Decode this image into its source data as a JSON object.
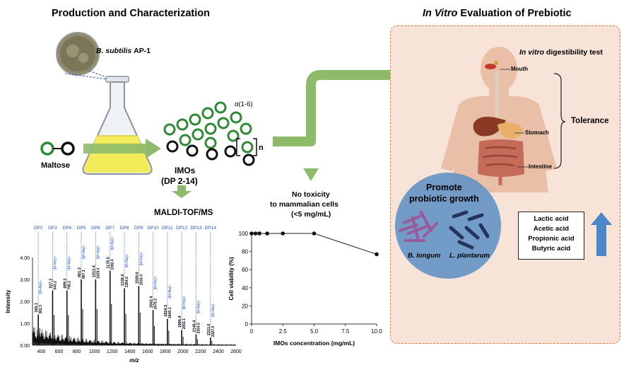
{
  "left": {
    "title": "Production and Characterization",
    "strain": "B. subtilis",
    "strain_code": "AP-1",
    "maltose": "Maltose",
    "imos": "IMOs",
    "dp_range": "(DP 2-14)",
    "alpha_bond": "α(1-6)",
    "n": "n",
    "maldi": "MALDI-TOF/MS"
  },
  "middle": {
    "toxicity_line1": "No toxicity",
    "toxicity_line2": "to mammalian cells",
    "toxicity_line3": "(<5 mg/mL)"
  },
  "right": {
    "title_italic": "In Vitro",
    "title_rest": " Evaluation of Prebiotic",
    "digest_italic": "In vitro",
    "digest_rest": " digestibility test",
    "mouth": "Mouth",
    "stomach": "Stomach",
    "intestine": "Intestine",
    "tolerance": "Tolerance",
    "promote_line1": "Promote",
    "promote_line2": "probiotic growth",
    "b_longum": "B. longum",
    "l_plantarum": "L. plantarum",
    "acids": [
      "Lactic acid",
      "Acetic acid",
      "Propionic acid",
      "Butyric acid"
    ]
  },
  "colors": {
    "arrow_green": "#8dbb6a",
    "ring_green": "#2f8a34",
    "panel_fill": "#f8e3d8",
    "panel_border": "#e07a40",
    "blue_circle": "#5b8fc4",
    "up_arrow": "#4a86c8",
    "ms_label_blue": "#1f4fd0"
  },
  "ms_chart": {
    "type": "bar",
    "xlabel": "m/z",
    "ylabel": "Intensity",
    "xlim": [
      300,
      2600
    ],
    "ylim": [
      0,
      4.0
    ],
    "x_ticks": [
      400,
      600,
      800,
      1000,
      1200,
      1400,
      1600,
      1800,
      2000,
      2200,
      2400,
      2600
    ],
    "y_ticks": [
      "0.00",
      "1.00",
      "2.00",
      "3.00",
      "4.00"
    ],
    "peaks": [
      {
        "dp": "DP2",
        "mz": 365.1,
        "mz2": 381.3,
        "h": 1.4
      },
      {
        "dp": "DP3",
        "mz": 527.2,
        "mz2": 543.2,
        "h": 2.5
      },
      {
        "dp": "DP4",
        "mz": 689.3,
        "mz2": 705.2,
        "h": 2.5
      },
      {
        "dp": "DP5",
        "mz": 851.3,
        "mz2": 867.3,
        "h": 3.0
      },
      {
        "dp": "DP6",
        "mz": 1013.4,
        "mz2": 1029.4,
        "h": 3.0
      },
      {
        "dp": "DP7",
        "mz": 1176.5,
        "mz2": 1192.4,
        "h": 3.4
      },
      {
        "dp": "DP8",
        "mz": 1338.6,
        "mz2": 1354.6,
        "h": 2.6
      },
      {
        "dp": "DP9",
        "mz": 1500.6,
        "mz2": 1516.4,
        "h": 2.7
      },
      {
        "dp": "DP10",
        "mz": 1662.4,
        "mz2": 1678.2,
        "h": 1.6
      },
      {
        "dp": "DP11",
        "mz": 1824.3,
        "mz2": 1840.1,
        "h": 1.2
      },
      {
        "dp": "DP12",
        "mz": 1986.4,
        "mz2": 2002.1,
        "h": 0.7
      },
      {
        "dp": "DP13",
        "mz": 2148.4,
        "mz2": 2164.5,
        "h": 0.5
      },
      {
        "dp": "DP14",
        "mz": 2311.0,
        "mz2": 2327.0,
        "h": 0.35
      }
    ],
    "ion_label_1": "[M+Na]+",
    "ion_label_2": "[M+K]+"
  },
  "chart_data": {
    "type": "line",
    "xlabel": "IMOs concentration (mg/mL)",
    "ylabel": "Cell viability (%)",
    "x": [
      0,
      0.3125,
      0.625,
      1.25,
      2.5,
      5.0,
      10.0
    ],
    "y": [
      100,
      100,
      100,
      100,
      100,
      100,
      77
    ],
    "xlim": [
      0,
      10
    ],
    "ylim": [
      0,
      100
    ],
    "x_ticks": [
      "0",
      "2.5",
      "5.0",
      "7.5",
      "10.0"
    ],
    "y_ticks": [
      "0",
      "20",
      "40",
      "60",
      "80",
      "100"
    ]
  }
}
